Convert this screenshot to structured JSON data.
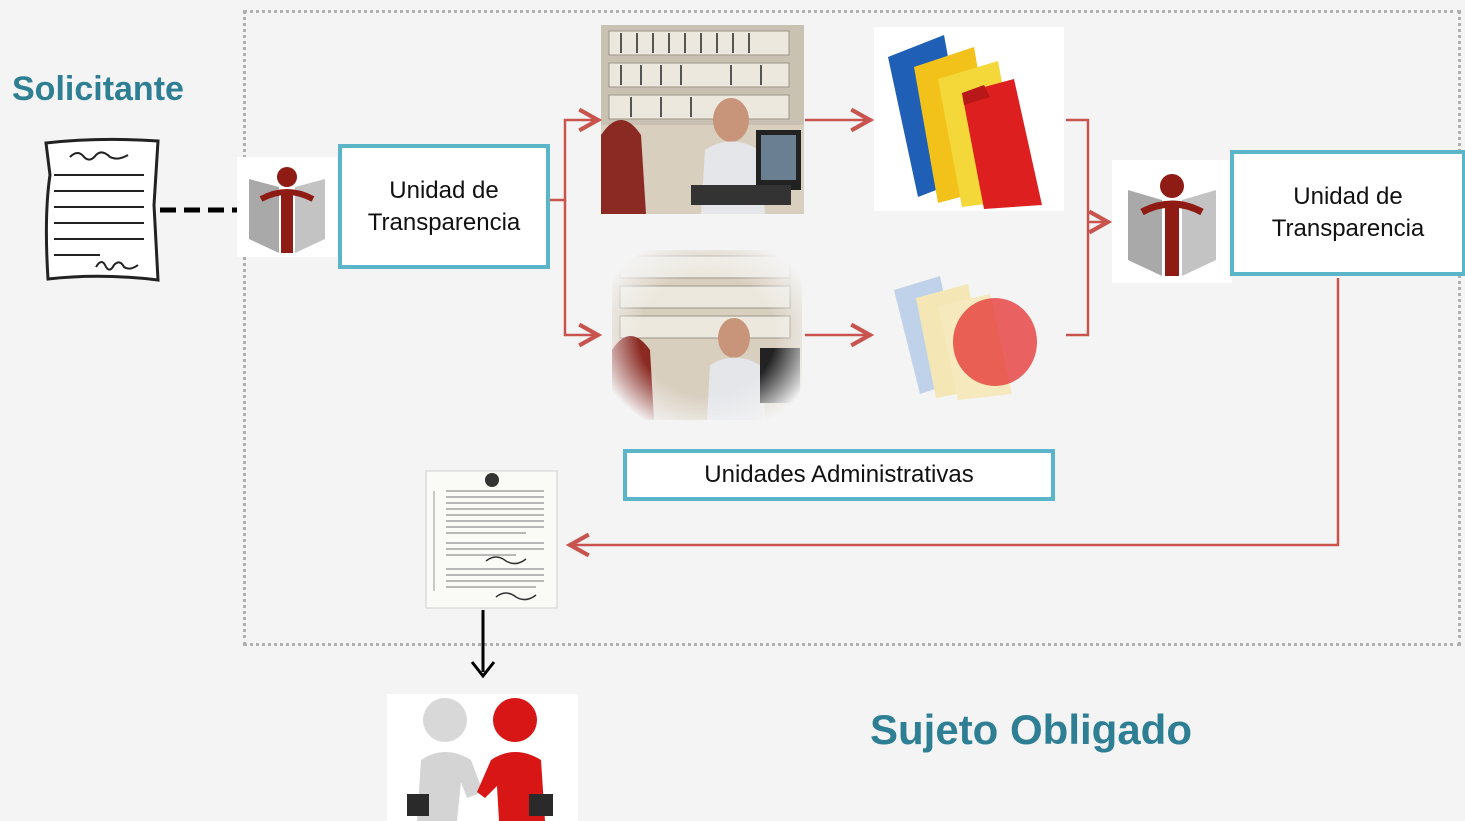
{
  "headings": {
    "requester": "Solicitante",
    "obligated_subject": "Sujeto Obligado"
  },
  "boxes": {
    "transparency_unit_left": [
      "Unidad de",
      "Transparencia"
    ],
    "transparency_unit_right": [
      "Unidad de",
      "Transparencia"
    ],
    "administrative_units": "Unidades Administrativas"
  },
  "colors": {
    "heading": "#2f7f94",
    "box_border": "#5bb5c9",
    "arrow": "#c9534d",
    "dotted_border": "#b0b0b0",
    "logo_red": "#8e1b14"
  },
  "icons": [
    "request-document-icon",
    "transparency-logo-icon",
    "office-worker-image",
    "folders-icon",
    "response-document-icon",
    "handshake-icon"
  ]
}
